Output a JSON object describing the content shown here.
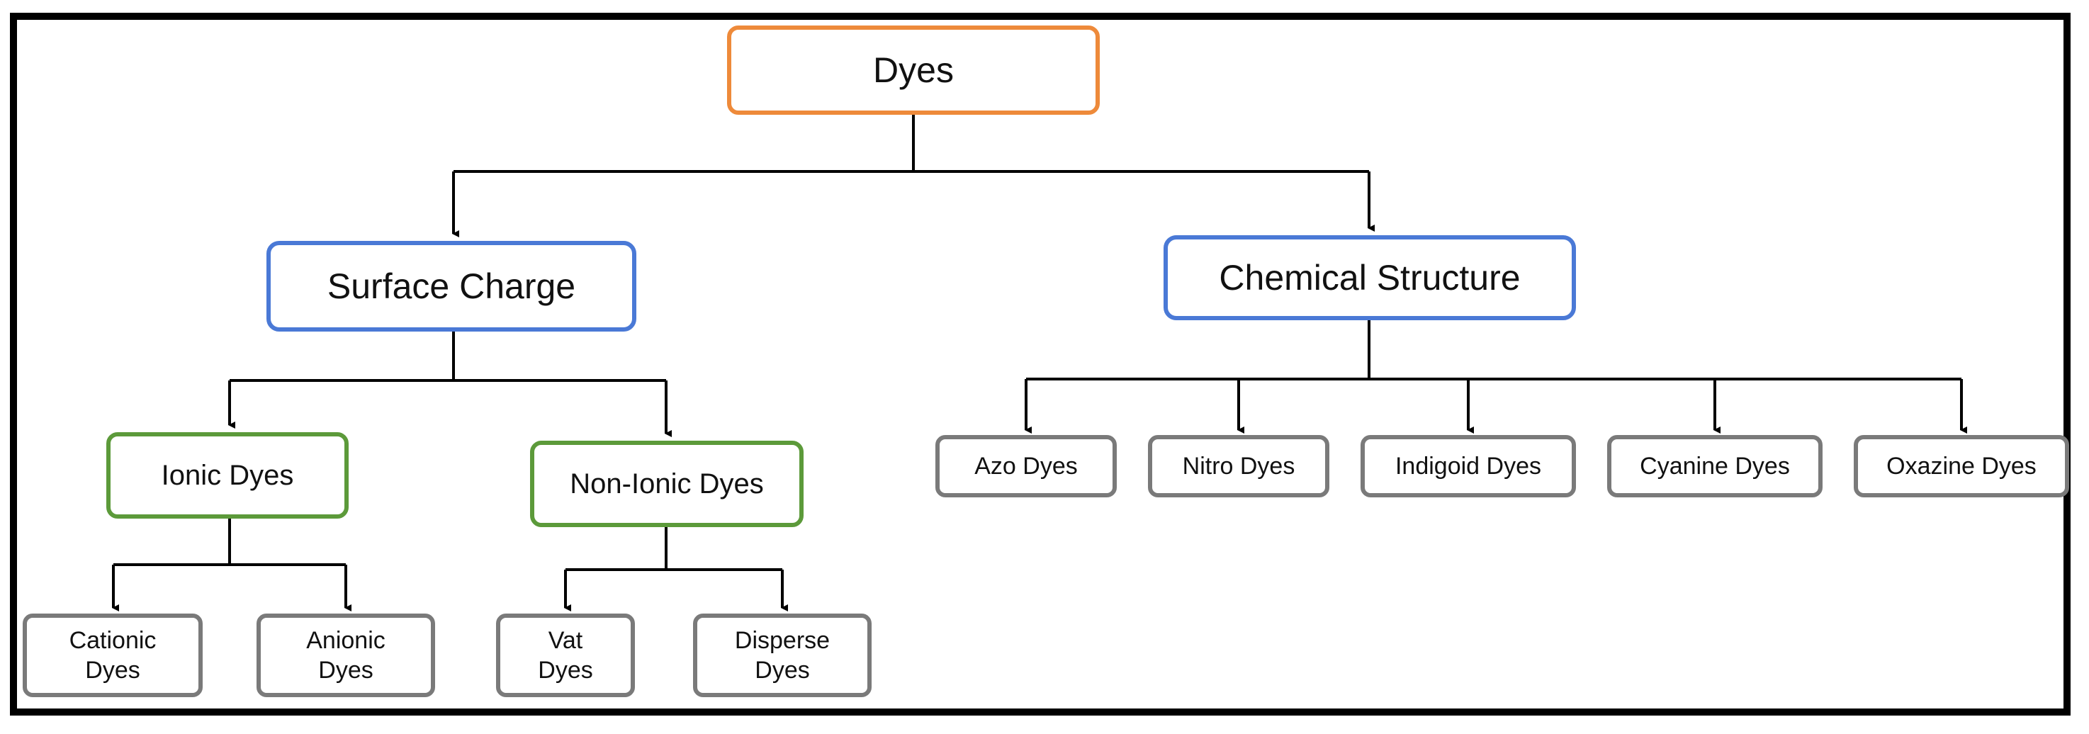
{
  "colors": {
    "root_border": "#ee8a3a",
    "level1_border": "#4a79d6",
    "level2_border": "#5c9a3a",
    "leaf_border": "#7a7a7a",
    "connector": "#000000"
  },
  "nodes": {
    "dyes": "Dyes",
    "surface_charge": "Surface Charge",
    "chemical_structure": "Chemical Structure",
    "ionic_dyes": "Ionic Dyes",
    "non_ionic_dyes": "Non-Ionic Dyes",
    "cationic_dyes": [
      "Cationic",
      "Dyes"
    ],
    "anionic_dyes": [
      "Anionic",
      "Dyes"
    ],
    "vat_dyes": [
      "Vat",
      "Dyes"
    ],
    "disperse_dyes": [
      "Disperse",
      "Dyes"
    ],
    "azo_dyes": "Azo Dyes",
    "nitro_dyes": "Nitro Dyes",
    "indigoid_dyes": "Indigoid Dyes",
    "cyanine_dyes": "Cyanine Dyes",
    "oxazine_dyes": "Oxazine Dyes"
  }
}
